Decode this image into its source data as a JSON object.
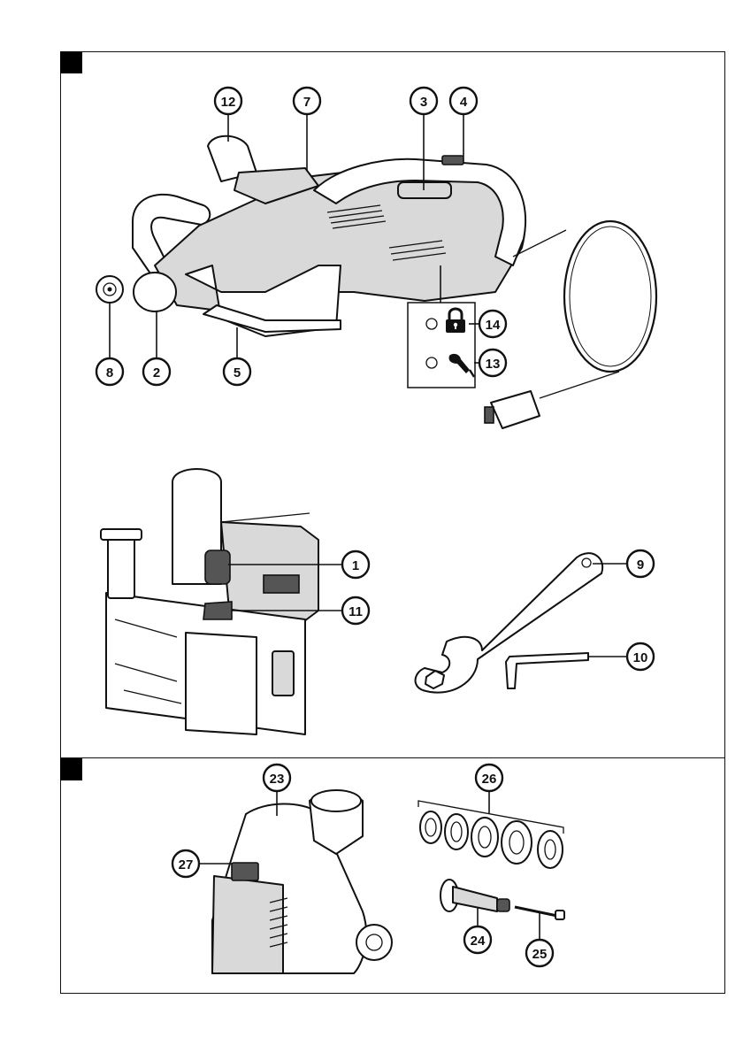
{
  "sections": [
    {
      "id": "section-1",
      "callouts": [
        "12",
        "7",
        "3",
        "4",
        "8",
        "2",
        "5",
        "14",
        "13",
        "1",
        "11",
        "9",
        "10"
      ]
    },
    {
      "id": "section-2",
      "callouts": [
        "23",
        "26",
        "27",
        "24",
        "25"
      ]
    }
  ],
  "indicator_panel": {
    "items": [
      {
        "icon": "padlock-icon",
        "callout": "14"
      },
      {
        "icon": "wrench-icon",
        "callout": "13"
      }
    ]
  }
}
